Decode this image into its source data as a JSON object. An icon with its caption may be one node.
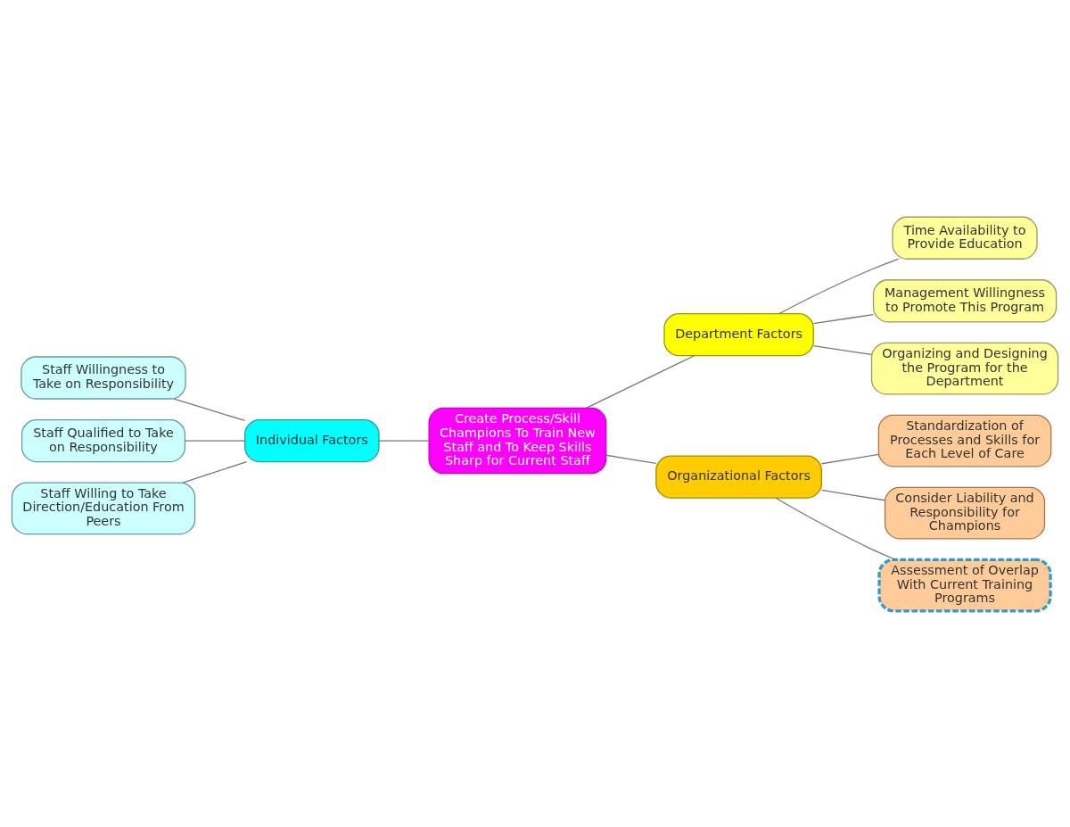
{
  "diagram": {
    "nodes": [
      {
        "text": [
          "Create Process/Skill Champions To Train New Staff and To Keep Skills Sharp for Current Staff"
        ]
      },
      {
        "text": [
          "Individual Factors"
        ]
      },
      {
        "text": [
          "Staff Willingness to Take on Responsibility"
        ]
      },
      {
        "text": [
          "Staff Qualified to Take on Responsibility"
        ]
      },
      {
        "text": [
          "Staff Willing to Take Direction/Education From Peers"
        ]
      },
      {
        "text": [
          "Department Factors"
        ]
      },
      {
        "text": [
          "Time Availability to Provide Education"
        ]
      },
      {
        "text": [
          "Management Willingness to Promote This Program"
        ]
      },
      {
        "text": [
          "Organizing and Designing the Program for the Department"
        ]
      },
      {
        "text": [
          "Organizational Factors"
        ]
      },
      {
        "text": [
          "Standardization of Processes and Skills for Each Level of Care"
        ]
      },
      {
        "text": [
          "Consider Liability and Responsibility for Champions"
        ]
      },
      {
        "text": [
          "Assessment of Overlap With Current Training Programs"
        ]
      }
    ],
    "edges": [
      {
        "from": 2,
        "to": 1,
        "arrow": "none"
      },
      {
        "from": 3,
        "to": 1,
        "arrow": "none"
      },
      {
        "from": 4,
        "to": 1,
        "arrow": "none"
      },
      {
        "from": 1,
        "to": 0,
        "arrow": "none"
      },
      {
        "from": 0,
        "to": 5,
        "arrow": "none"
      },
      {
        "from": 5,
        "to": 6,
        "arrow": "none"
      },
      {
        "from": 5,
        "to": 7,
        "arrow": "none"
      },
      {
        "from": 5,
        "to": 8,
        "arrow": "none"
      },
      {
        "from": 0,
        "to": 9,
        "arrow": "none"
      },
      {
        "from": 9,
        "to": 10,
        "arrow": "none"
      },
      {
        "from": 9,
        "to": 11,
        "arrow": "none"
      },
      {
        "from": 9,
        "to": 12,
        "arrow": "none"
      }
    ]
  }
}
